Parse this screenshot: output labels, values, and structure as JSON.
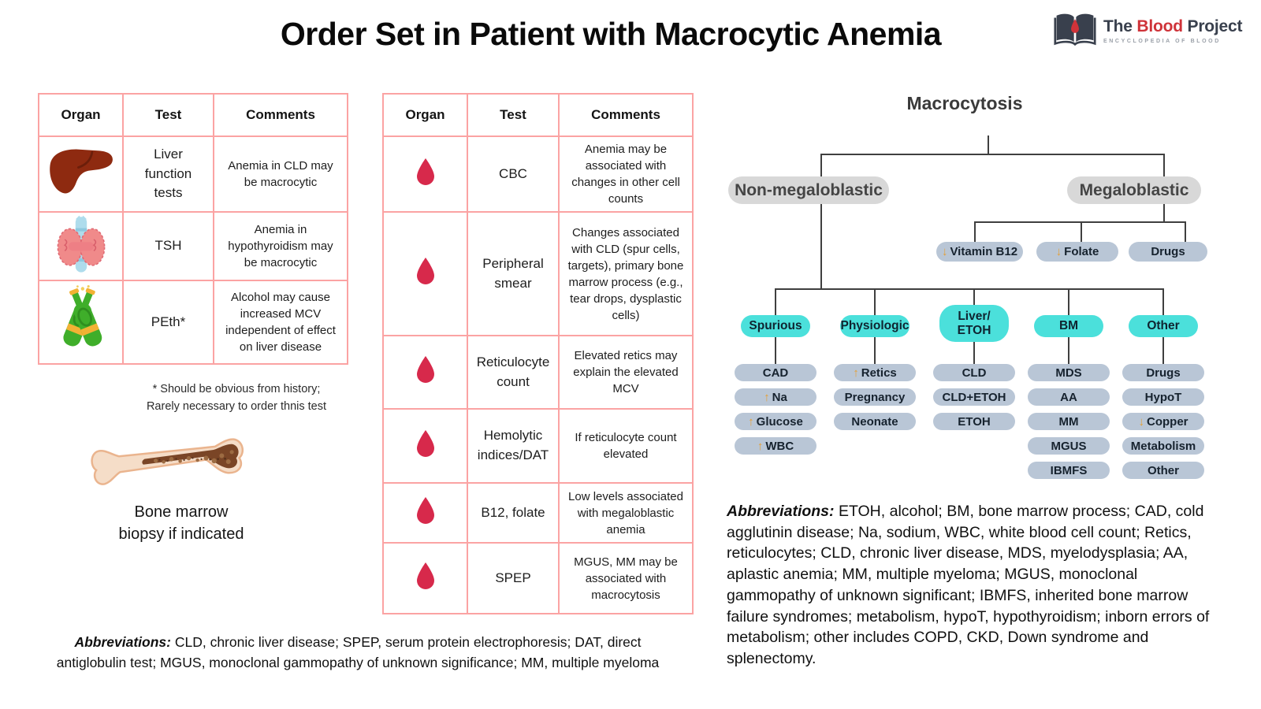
{
  "title": "Order Set in Patient with Macrocytic Anemia",
  "logo": {
    "word1": "The",
    "word2": "Blood",
    "word3": "Project",
    "tagline": "ENCYCLOPEDIA OF BLOOD"
  },
  "icons": {
    "up_arrow": "↑",
    "down_arrow": "↓",
    "organ_icons_table1": [
      "liver-icon",
      "thyroid-icon",
      "alcohol-bottles-icon"
    ],
    "organ_icon_table2": "blood-drop-icon",
    "logo_icon": "open-book-blood-drop-icon",
    "bone_icon": "bone-marrow-icon"
  },
  "colors": {
    "table_border": "#FBA3A3",
    "blood_drop_red": "#D7294B",
    "liver_red": "#8E2A10",
    "cyan_pill": "#4BE0DB",
    "gray_pill": "#D8D8D8",
    "blue_pill": "#B9C6D6",
    "arrow_orange": "#E59F35",
    "flow_line": "#3F3F3F",
    "logo_red": "#CF3339",
    "logo_dark": "#39404D"
  },
  "table1": {
    "headers": [
      "Organ",
      "Test",
      "Comments"
    ],
    "rows": [
      {
        "test": "Liver function tests",
        "comments": "Anemia in CLD may be macrocytic"
      },
      {
        "test": "TSH",
        "comments": "Anemia in hypothyroidism may be macrocytic"
      },
      {
        "test": "PEth*",
        "comments": "Alcohol may cause increased MCV independent of effect on liver disease"
      }
    ],
    "footnote_line1": "* Should be obvious from history;",
    "footnote_line2": "Rarely necessary to order thnis test"
  },
  "bone": {
    "caption_line1": "Bone marrow",
    "caption_line2": "biopsy if indicated"
  },
  "table2": {
    "headers": [
      "Organ",
      "Test",
      "Comments"
    ],
    "rows": [
      {
        "test": "CBC",
        "comments": "Anemia may be associated with changes in other cell counts"
      },
      {
        "test": "Peripheral smear",
        "comments": "Changes associated with CLD (spur cells, targets), primary bone marrow process (e.g., tear drops, dysplastic cells)"
      },
      {
        "test": "Reticulocyte count",
        "comments": "Elevated retics may explain the elevated MCV"
      },
      {
        "test": "Hemolytic indices/DAT",
        "comments": "If reticulocyte count elevated"
      },
      {
        "test": "B12, folate",
        "comments": "Low levels associated with megaloblastic anemia"
      },
      {
        "test": "SPEP",
        "comments": "MGUS, MM may be associated with macrocytosis"
      }
    ]
  },
  "abbreviations_left": {
    "label": "Abbreviations:",
    "line1": "  CLD, chronic liver disease; SPEP, serum protein electrophoresis; DAT, direct",
    "line2": "antiglobulin test; MGUS, monoclonal gammopathy of unknown significance; MM, multiple myeloma"
  },
  "abbreviations_right": {
    "label": "Abbreviations:",
    "text": " ETOH, alcohol; BM, bone marrow process; CAD, cold agglutinin disease; Na, sodium, WBC, white blood cell count; Retics, reticulocytes; CLD, chronic liver disease, MDS, myelodysplasia; AA, aplastic anemia; MM, multiple myeloma; MGUS, monoclonal gammopathy of unknown significant; IBMFS, inherited bone marrow failure syndromes; metabolism, hypoT, hypothyroidism; inborn errors of metabolism; other includes COPD, CKD, Down syndrome and splenectomy."
  },
  "flowchart": {
    "root": "Macrocytosis",
    "non_megaloblastic": "Non-megaloblastic",
    "megaloblastic": "Megaloblastic",
    "mega_children": [
      {
        "label": "Vitamin B12",
        "arrow": "down"
      },
      {
        "label": "Folate",
        "arrow": "down"
      },
      {
        "label": "Drugs"
      }
    ],
    "columns": [
      {
        "header": "Spurious",
        "items": [
          {
            "label": "CAD"
          },
          {
            "label": "Na",
            "arrow": "up"
          },
          {
            "label": "Glucose",
            "arrow": "up"
          },
          {
            "label": "WBC",
            "arrow": "up"
          }
        ]
      },
      {
        "header": "Physiologic",
        "items": [
          {
            "label": "Retics",
            "arrow": "up"
          },
          {
            "label": "Pregnancy"
          },
          {
            "label": "Neonate"
          }
        ]
      },
      {
        "header_line1": "Liver/",
        "header_line2": "ETOH",
        "items": [
          {
            "label": "CLD"
          },
          {
            "label": "CLD+ETOH"
          },
          {
            "label": "ETOH"
          }
        ]
      },
      {
        "header": "BM",
        "items": [
          {
            "label": "MDS"
          },
          {
            "label": "AA"
          },
          {
            "label": "MM"
          },
          {
            "label": "MGUS"
          },
          {
            "label": "IBMFS"
          }
        ]
      },
      {
        "header": "Other",
        "items": [
          {
            "label": "Drugs"
          },
          {
            "label": "HypoT"
          },
          {
            "label": "Copper",
            "arrow": "down"
          },
          {
            "label": "Metabolism"
          },
          {
            "label": "Other"
          }
        ]
      }
    ]
  }
}
